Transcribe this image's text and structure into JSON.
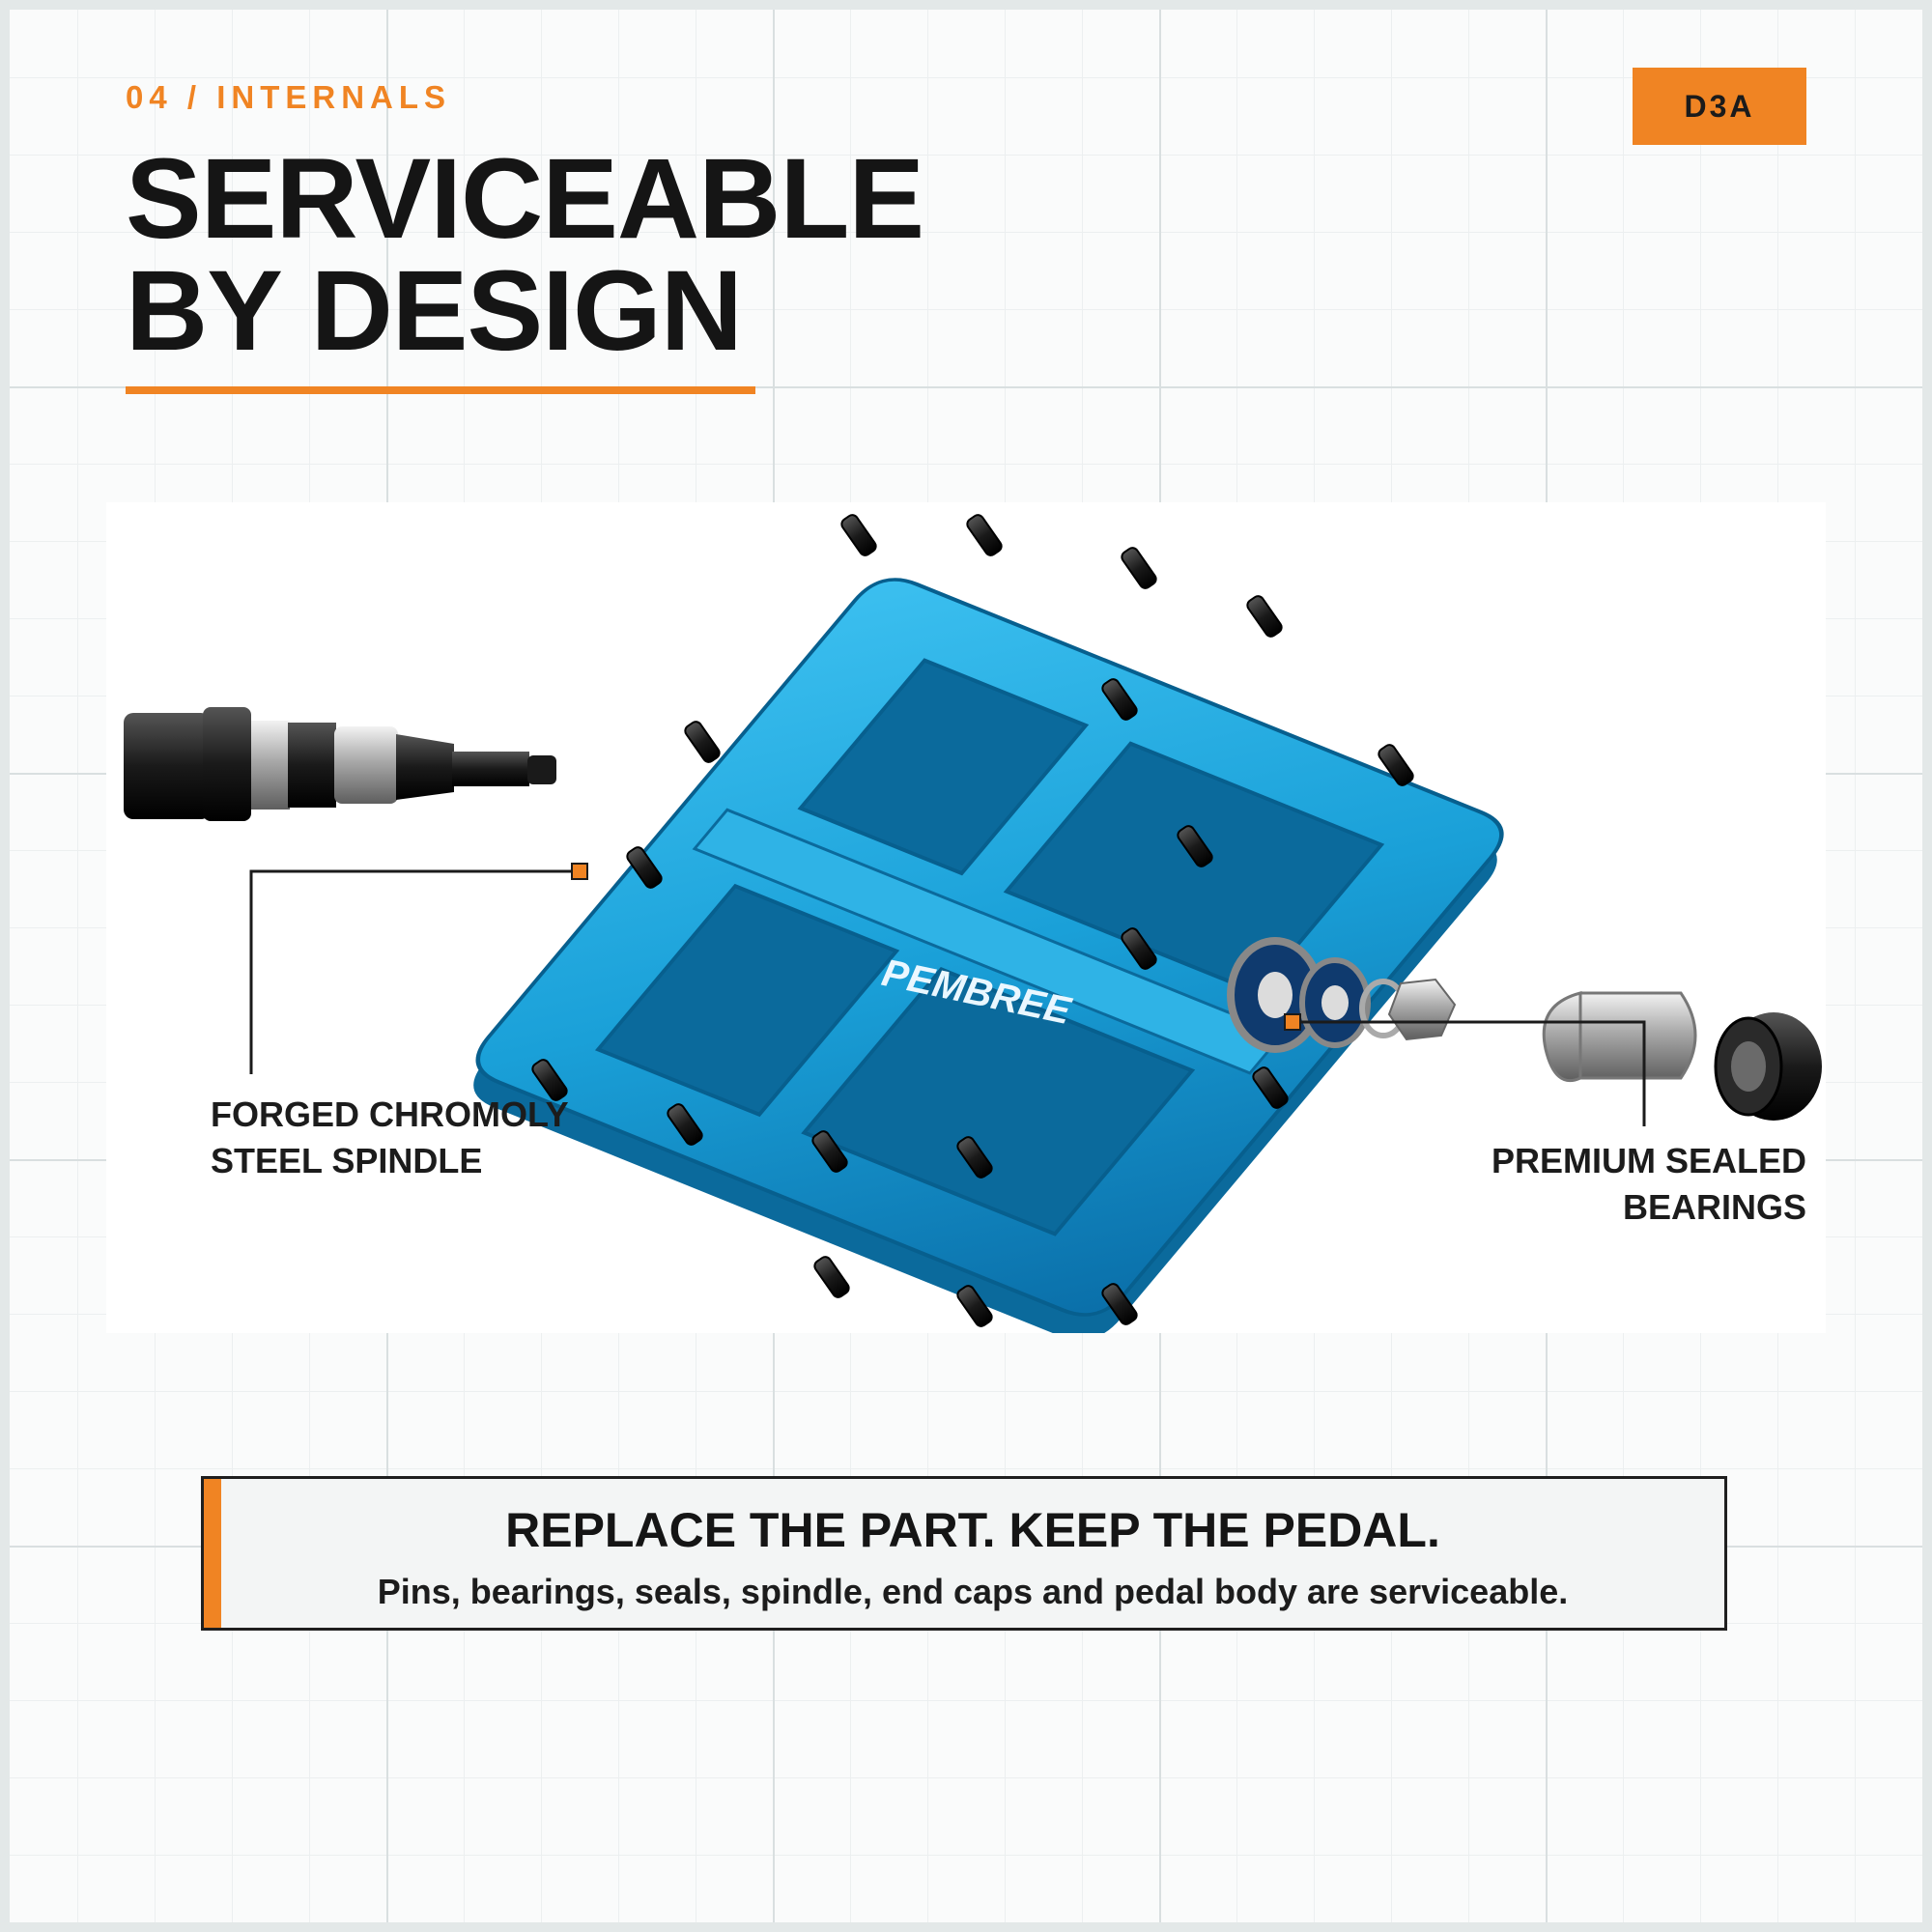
{
  "header": {
    "eyebrow": "04 / INTERNALS",
    "badge": "D3A",
    "title_line1": "SERVICEABLE",
    "title_line2": "BY DESIGN"
  },
  "product": {
    "brand_mark": "PEMBREE",
    "body_color": "#1aa0d8"
  },
  "callouts": {
    "spindle_line1": "FORGED CHROMOLY",
    "spindle_line2": "STEEL SPINDLE",
    "bearings_line1": "PREMIUM SEALED",
    "bearings_line2": "BEARINGS"
  },
  "banner": {
    "headline": "REPLACE THE PART. KEEP THE PEDAL.",
    "subline": "Pins, bearings, seals, spindle, end caps and pedal body are serviceable."
  },
  "colors": {
    "accent": "#f08423",
    "ink": "#151515"
  }
}
